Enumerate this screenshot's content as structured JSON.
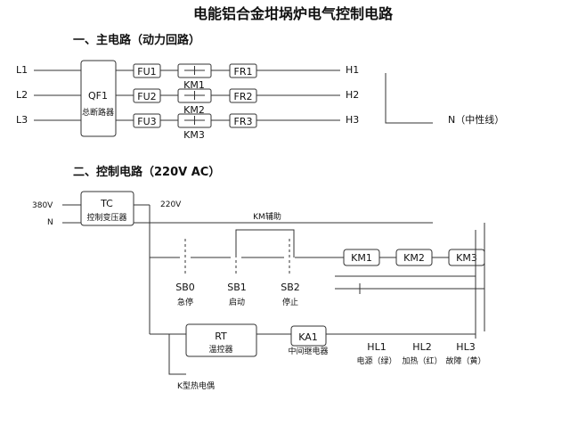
{
  "title": "电能铝合金坩埚炉电气控制电路",
  "main_circuit": {
    "heading": "一、主电路（动力回路）",
    "lines_in": [
      "L1",
      "L2",
      "L3"
    ],
    "breaker": {
      "name": "QF1",
      "desc": "总断路器"
    },
    "fuses_in": [
      "FU1",
      "FU2",
      "FU3"
    ],
    "contactors": [
      "KM1",
      "KM2",
      "KM3"
    ],
    "relays": [
      "FR1",
      "FR2",
      "FR3"
    ],
    "heaters": [
      "H1",
      "H2",
      "H3"
    ],
    "neutral": "N（中性线）"
  },
  "control_circuit": {
    "heading": "二、控制电路（220V AC）",
    "supply_voltage": "380V",
    "neutral": "N",
    "transformer": {
      "name": "TC",
      "desc": "控制变压器"
    },
    "output_voltage": "220V",
    "aux_contact": "KM辅助",
    "buttons": [
      {
        "name": "SB0",
        "desc": "急停"
      },
      {
        "name": "SB1",
        "desc": "启动"
      },
      {
        "name": "SB2",
        "desc": "停止"
      }
    ],
    "coils": [
      "KM1",
      "KM2",
      "KM3"
    ],
    "temp_controller": {
      "name": "RT",
      "desc": "温控器"
    },
    "intermediate_relay": {
      "name": "KA1",
      "desc": "中间继电器"
    },
    "thermocouple": "K型热电偶",
    "lamps": [
      {
        "name": "HL1",
        "desc": "电源（绿）"
      },
      {
        "name": "HL2",
        "desc": "加热（红）"
      },
      {
        "name": "HL3",
        "desc": "故障（黄）"
      }
    ]
  }
}
